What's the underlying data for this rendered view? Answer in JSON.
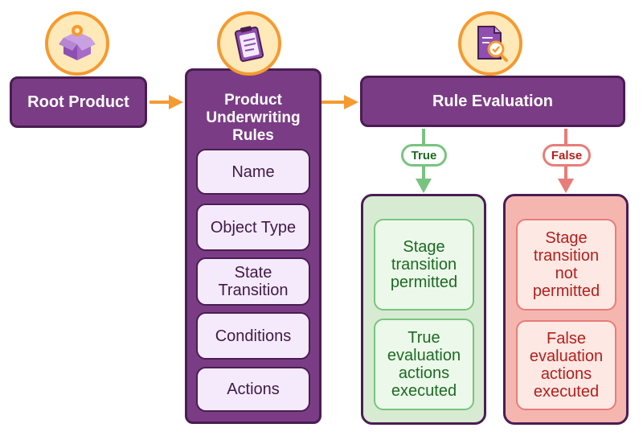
{
  "nodes": {
    "root_product": "Root Product",
    "underwriting_rules": {
      "title": "Product Underwriting Rules"
    },
    "rule_evaluation": "Rule Evaluation"
  },
  "rule_items": [
    "Name",
    "Object Type",
    "State Transition",
    "Conditions",
    "Actions"
  ],
  "branches": {
    "true": {
      "label": "True",
      "outcomes": [
        "Stage\ntransition\npermitted",
        "True\nevaluation\nactions\nexecuted"
      ]
    },
    "false": {
      "label": "False",
      "outcomes": [
        "Stage\ntransition\nnot\npermitted",
        "False\nevaluation\nactions\nexecuted"
      ]
    }
  },
  "icons": [
    "box-gear-icon",
    "clipboard-icon",
    "document-search-icon"
  ],
  "colors": {
    "node_fill": "#7b3c86",
    "node_border": "#4a1d52",
    "arrow": "#f59a30",
    "icon_bg": "#ffe9b8",
    "true_green": "#78c47f",
    "false_red": "#e87c78",
    "true_text": "#1c6b22",
    "false_text": "#b41f1a"
  }
}
